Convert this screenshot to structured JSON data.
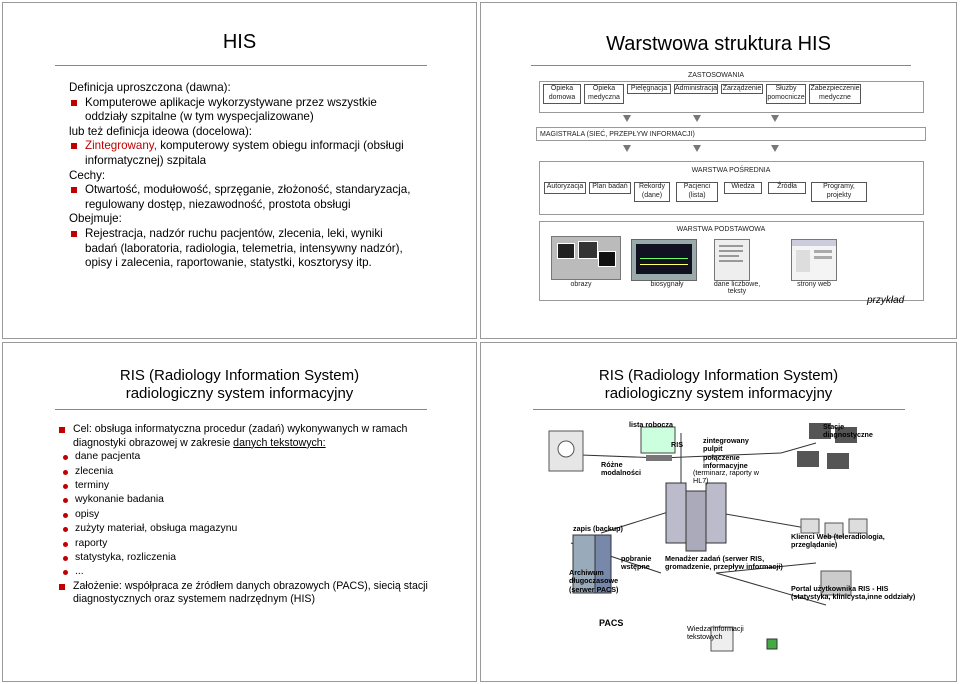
{
  "slide1": {
    "title": "HIS",
    "lines": [
      {
        "t": "Definicja uproszczona (dawna):",
        "kind": "p"
      },
      {
        "t": "Komputerowe aplikacje wykorzystywane przez wszystkie oddziały szpitalne (w tym wyspecjalizowane)",
        "kind": "b"
      },
      {
        "t": "lub też definicja ideowa (docelowa):",
        "kind": "p"
      },
      {
        "t": "Zintegrowany, komputerowy system obiegu informacji (obsługi informatycznej) szpitala",
        "kind": "b",
        "red_prefix": "Zintegrowany,"
      },
      {
        "t": "Cechy:",
        "kind": "p"
      },
      {
        "t": "Otwartość, modułowość, sprzęganie, złożoność, standaryzacja,  regulowany dostęp, niezawodność, prostota obsługi",
        "kind": "b"
      },
      {
        "t": "Obejmuje:",
        "kind": "p"
      },
      {
        "t": "Rejestracja, nadzór ruchu pacjentów, zlecenia, leki, wyniki badań (laboratoria, radiologia, telemetria, intensywny nadzór), opisy i zalecenia, raportowanie, statystki, kosztorysy itp.",
        "kind": "b"
      }
    ]
  },
  "slide2": {
    "title": "Warstwowa struktura HIS",
    "zastosowania": "ZASTOSOWANIA",
    "apps": [
      "Opieka domowa",
      "Opieka medyczna",
      "Pielęgnacja",
      "Administracja",
      "Zarządzenie",
      "Służby pomocnicze",
      "Zabezpieczenie medyczne"
    ],
    "magistrala": "MAGISTRALA (SIEĆ, PRZEPŁYW INFORMACJI)",
    "warstwa_posrednia": "WARSTWA POŚREDNIA",
    "middle": [
      "Autoryzacja",
      "Plan badań",
      "Rekordy (dane)",
      "Pacjenci (lista)",
      "Wiedza",
      "Źródła",
      "Programy, projekty"
    ],
    "warstwa_podstawowa": "WARSTWA PODSTAWOWA",
    "base": [
      "obrazy",
      "biosygnały",
      "dane liczbowe, teksty",
      "strony web"
    ],
    "example": "przykład"
  },
  "slide3": {
    "title_line1": "RIS (Radiology Information System)",
    "title_line2": "radiologiczny system informacyjny",
    "intro_a": "Cel: obsługa informatyczna procedur (zadań) wykonywanych w ramach diagnostyki obrazowej w zakresie ",
    "intro_b": "danych tekstowych:",
    "items": [
      "dane pacjenta",
      "zlecenia",
      "terminy",
      "wykonanie badania",
      "opisy",
      "zużyty materiał, obsługa magazynu",
      "raporty",
      "statystyka, rozliczenia",
      "..."
    ],
    "closing": "Założenie: współpraca ze źródłem danych obrazowych (PACS), siecią stacji diagnostycznych oraz systemem nadrzędnym (HIS)"
  },
  "slide4": {
    "title_line1": "RIS (Radiology Information System)",
    "title_line2": "radiologiczny system informacyjny",
    "labels": {
      "lista": "lista robocza",
      "ris": "RIS",
      "pulpit": "zintegrowany pulpit połączenie informacyjne",
      "terminarz": "(terminarz, raporty w HL7)",
      "stacje": "Stacje diagnostyczne",
      "rozne": "Różne modalności",
      "zapis": "zapis (backup)",
      "pobranie": "pobranie wstępne",
      "archiwum": "Archiwum długoczasowe (serwer PACS)",
      "menadzer": "Menadżer zadań (serwer RIS, gromadzenie, przepływ informacji)",
      "klienci": "Klienci Web (teleradiologia, przeglądanie)",
      "portal": "Portal użytkownika RIS - HIS (statystyka, klinicysta,inne oddziały)",
      "pacs": "PACS",
      "wiedza": "Wiedza informacji tekstowych"
    }
  }
}
